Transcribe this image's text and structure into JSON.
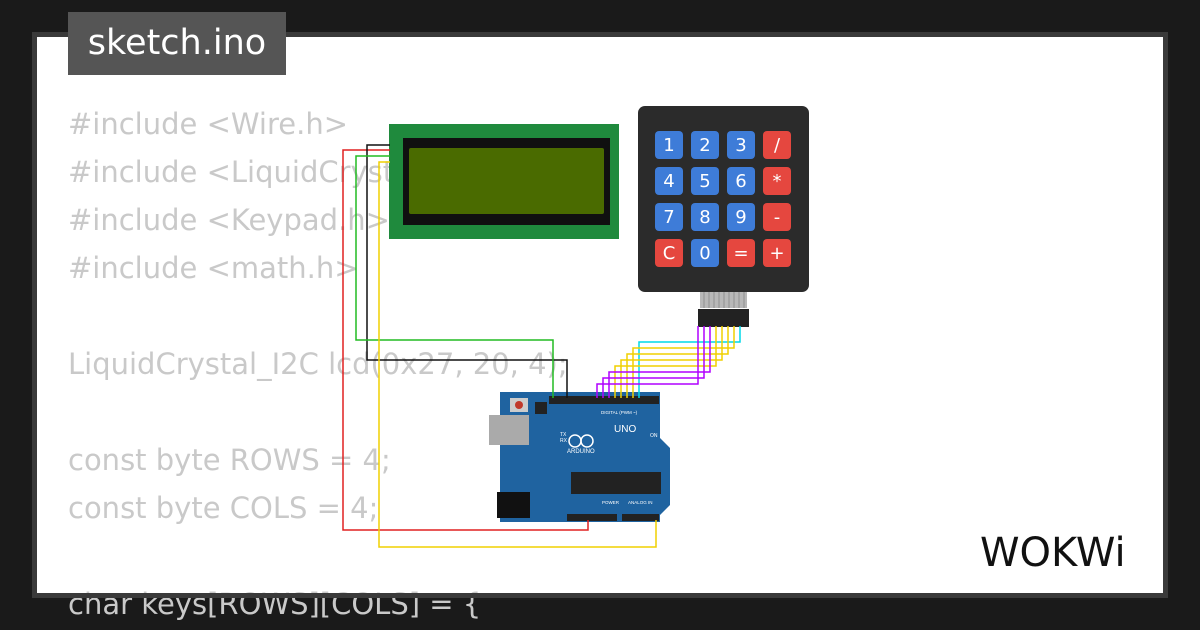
{
  "tab": {
    "title": "sketch.ino"
  },
  "code": {
    "lines": [
      "#include <Wire.h>",
      "#include <LiquidCrystal_I2C.h>",
      "#include <Keypad.h>",
      "#include <math.h>",
      "",
      "LiquidCrystal_I2C lcd(0x27, 20, 4);",
      "",
      "const byte ROWS = 4;",
      "const byte COLS = 4;",
      "",
      "char keys[ROWS][COLS] = {"
    ]
  },
  "keypad": {
    "keys": [
      "1",
      "2",
      "3",
      "/",
      "4",
      "5",
      "6",
      "*",
      "7",
      "8",
      "9",
      "-",
      "C",
      "0",
      "=",
      "+"
    ]
  },
  "board": {
    "brand": "ARDUINO",
    "model": "UNO",
    "digital_label": "DIGITAL (PWM ~)",
    "power_label": "POWER",
    "analog_label": "ANALOG IN",
    "on_label": "ON",
    "tx_label": "TX",
    "rx_label": "RX"
  },
  "logo": {
    "text": "WOKWi"
  },
  "colors": {
    "keypad_body": "#2b2b2b",
    "key_blue": "#3e7cd8",
    "key_red": "#e5473f",
    "lcd_frame": "#1f8a3d",
    "lcd_screen": "#4a6b00",
    "board_blue": "#1f63a0",
    "wire_red": "#e02020",
    "wire_black": "#111111",
    "wire_green": "#22bb22",
    "wire_yellow": "#f0d000",
    "wire_cyan": "#00d8e8",
    "wire_purple": "#b000ff"
  }
}
